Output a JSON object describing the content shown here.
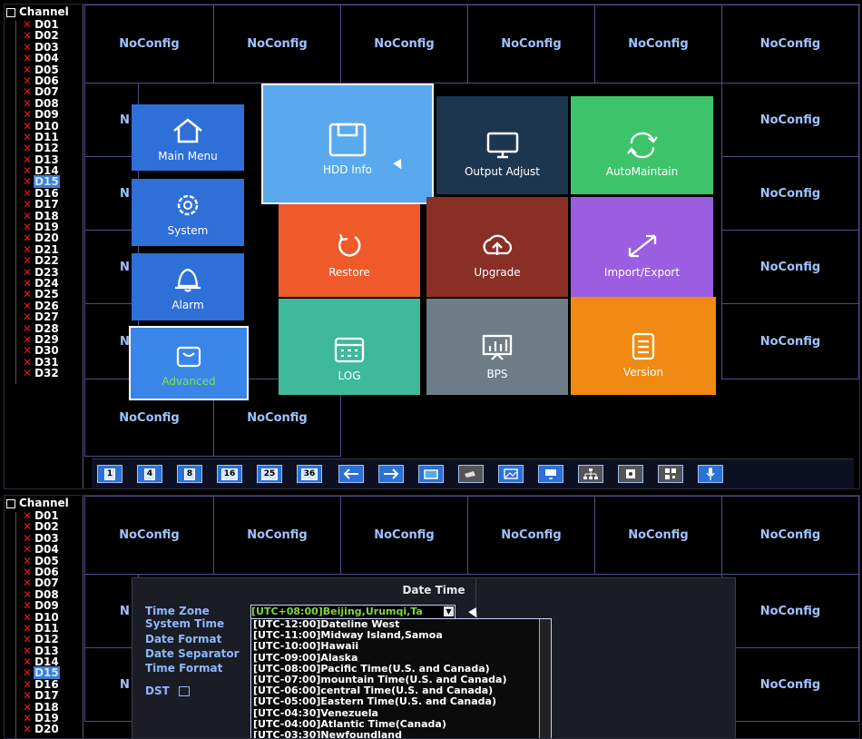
{
  "screen1": {
    "sidebar": {
      "title": "Channel",
      "selected": "D15",
      "channels": [
        "D01",
        "D02",
        "D03",
        "D04",
        "D05",
        "D06",
        "D07",
        "D08",
        "D09",
        "D10",
        "D11",
        "D12",
        "D13",
        "D14",
        "D15",
        "D16",
        "D17",
        "D18",
        "D19",
        "D20",
        "D21",
        "D22",
        "D23",
        "D24",
        "D25",
        "D26",
        "D27",
        "D28",
        "D29",
        "D30",
        "D31",
        "D32"
      ]
    },
    "grid": {
      "cell_label": "NoConfig",
      "row_label_partial": "N"
    },
    "menu": {
      "left_tiles": [
        {
          "label": "Main Menu",
          "icon": "home-icon",
          "color": "#2f6fd8"
        },
        {
          "label": "System",
          "icon": "gear-icon",
          "color": "#2f6fd8"
        },
        {
          "label": "Alarm",
          "icon": "bell-icon",
          "color": "#2f6fd8"
        },
        {
          "label": "Advanced",
          "icon": "bag-icon",
          "color": "#3a86e8",
          "label_color": "#7de34a"
        }
      ],
      "tiles": [
        {
          "label": "HDD Info",
          "icon": "floppy-icon",
          "color": "#5aa8ee"
        },
        {
          "label": "Output Adjust",
          "icon": "monitor-icon",
          "color": "#1d3650"
        },
        {
          "label": "AutoMaintain",
          "icon": "refresh-icon",
          "color": "#3dc46a"
        },
        {
          "label": "Restore",
          "icon": "restore-icon",
          "color": "#ef5a2b"
        },
        {
          "label": "Upgrade",
          "icon": "upload-cloud-icon",
          "color": "#8a2f26"
        },
        {
          "label": "Import/Export",
          "icon": "expand-arrows-icon",
          "color": "#9a5fe0"
        },
        {
          "label": "LOG",
          "icon": "calendar-icon",
          "color": "#3eb99a"
        },
        {
          "label": "BPS",
          "icon": "chart-board-icon",
          "color": "#6d7c86"
        },
        {
          "label": "Version",
          "icon": "list-doc-icon",
          "color": "#f08a12"
        }
      ]
    },
    "toolbar": {
      "layout_buttons": [
        "1",
        "4",
        "8",
        "16",
        "25",
        "36"
      ],
      "tool_icons": [
        "arrow-left-icon",
        "arrow-right-icon",
        "window-icon",
        "camera-icon",
        "image-icon",
        "monitor-icon",
        "network-icon",
        "lock-icon",
        "qr-icon",
        "mic-icon"
      ]
    }
  },
  "screen2": {
    "sidebar": {
      "title": "Channel",
      "selected": "D15",
      "channels": [
        "D01",
        "D02",
        "D03",
        "D04",
        "D05",
        "D06",
        "D07",
        "D08",
        "D09",
        "D10",
        "D11",
        "D12",
        "D13",
        "D14",
        "D15",
        "D16",
        "D17",
        "D18",
        "D19",
        "D20"
      ]
    },
    "grid": {
      "cell_label": "NoConfig",
      "row_label_partial": "N"
    },
    "dialog": {
      "title": "Date Time",
      "labels": [
        "Time Zone",
        "System Time",
        "Date Format",
        "Date Separator",
        "Time Format",
        "DST"
      ],
      "time_zone_value": "[UTC+08:00]Beijing,Urumqi,Ta",
      "options": [
        "[UTC-12:00]Dateline West",
        "[UTC-11:00]Midway Island,Samoa",
        "[UTC-10:00]Hawaii",
        "[UTC-09:00]Alaska",
        "[UTC-08:00]Pacific Time(U.S. and Canada)",
        "[UTC-07:00]mountain Time(U.S. and Canada)",
        "[UTC-06:00]central Time(U.S. and Canada)",
        "[UTC-05:00]Eastern Time(U.S. and Canada)",
        "[UTC-04:30]Venezuela",
        "[UTC-04:00]Atlantic Time(Canada)",
        "[UTC-03:30]Newfoundland"
      ]
    }
  }
}
